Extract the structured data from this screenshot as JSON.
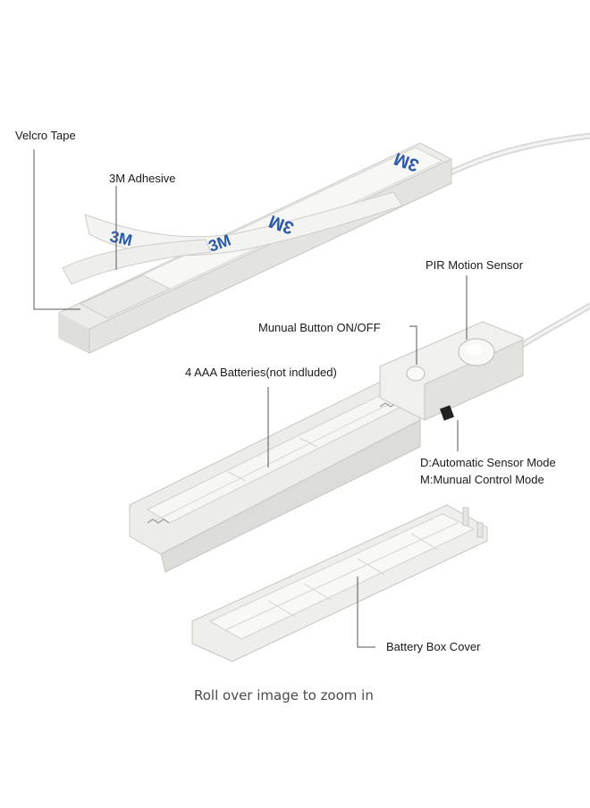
{
  "labels": {
    "velcro_tape": "Velcro Tape",
    "adhesive_3m": "3M Adhesive",
    "pir_motion_sensor": "PIR Motion Sensor",
    "manual_button": "Munual Button ON/OFF",
    "batteries": "4 AAA Batteries(not indluded)",
    "mode_d": "D:Automatic Sensor Mode",
    "mode_m": "M:Munual Control Mode",
    "battery_box_cover": "Battery Box Cover"
  },
  "brand_marks": {
    "logo_3m": "3M"
  },
  "caption": "Roll over image to zoom in"
}
